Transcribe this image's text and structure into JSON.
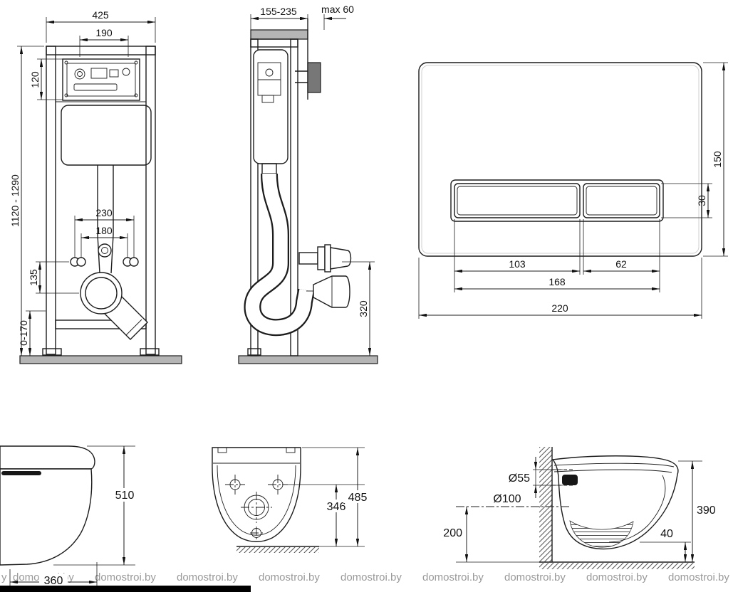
{
  "watermark": {
    "partial": "y",
    "text": "domostroi.by"
  },
  "frame_front": {
    "dim_width": "425",
    "dim_inner_width": "190",
    "dim_panel_height": "120",
    "dim_total_height": "1120 - 1290",
    "dim_bolt_spacing_outer": "230",
    "dim_bolt_spacing_inner": "180",
    "dim_bolt_to_outlet": "135",
    "dim_leg_adjustment": "0-170"
  },
  "frame_side": {
    "dim_depth_range": "155-235",
    "dim_max_finish": "max 60",
    "dim_outlet_height": "320"
  },
  "flush_plate": {
    "dim_plate_height": "150",
    "dim_button_height": "30",
    "dim_large_button_width": "103",
    "dim_small_button_width": "62",
    "dim_buttons_total_width": "168",
    "dim_plate_width": "220"
  },
  "bowl_side": {
    "dim_height": "510",
    "dim_width": "360"
  },
  "bowl_plan": {
    "dim_holes_to_wall": "346",
    "dim_total_length": "485"
  },
  "bowl_wall": {
    "dim_inlet_diameter": "Ø55",
    "dim_outlet_diameter": "Ø100",
    "dim_outlet_axis_height": "200",
    "dim_rim_height": "390",
    "dim_bottom_gap": "40"
  }
}
